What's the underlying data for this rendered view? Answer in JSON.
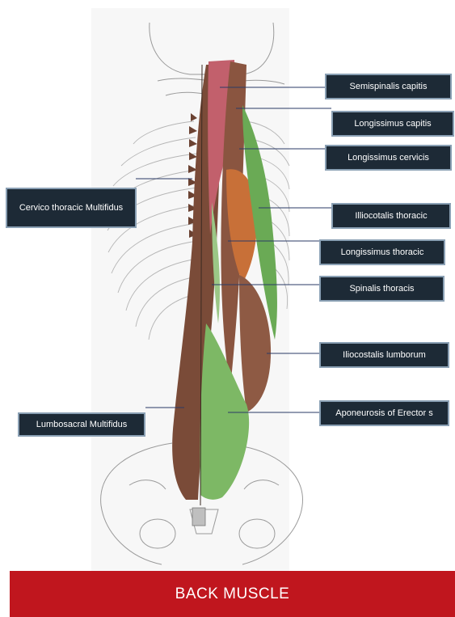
{
  "labels": {
    "semispinalis_capitis": "Semispinalis capitis",
    "longissimus_capitis": "Longissimus capitis",
    "longissimus_cervicis": "Longissimus cervicis",
    "cervico_thoracic_multifidus": "Cervico thoracic Multifidus",
    "iliocostalis_thoracic": "Illiocotalis thoracic",
    "longissimus_thoracic": "Longissimus thoracic",
    "spinalis_thoracis": "Spinalis thoracis",
    "iliocostalis_lumborum": "Iliocostalis lumborum",
    "aponeurosis_erector": "Aponeurosis of Erector s",
    "lumbosacral_multifidus": "Lumbosacral Multifidus"
  },
  "footer": {
    "title": "BACK MUSCLE"
  },
  "colors": {
    "label_bg": "#1d2a36",
    "label_border": "#8aa0b4",
    "footer_bg": "#c0161e",
    "muscle_brown": "#7a4b38",
    "muscle_pink": "#c2606c",
    "muscle_orange": "#c87038",
    "muscle_green": "#6aaa55",
    "pencil": "#9a9a9a"
  }
}
